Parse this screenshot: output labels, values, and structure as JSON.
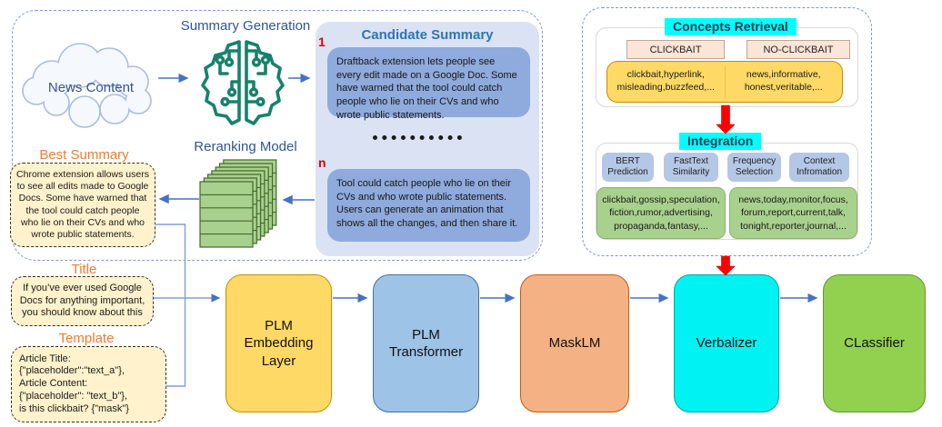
{
  "colors": {
    "arrow_blue": "#4472C4",
    "connector_blue": "#7F9FD6",
    "red_arrow": "#FF0000",
    "cyan_header": "#00FFFF",
    "label_navy": "#2F5496",
    "label_orange": "#ED7D31",
    "candidate_title_blue": "#2E75B6",
    "index_red": "#E00000"
  },
  "generation_panel": {
    "news_cloud_label": "News Content",
    "summary_generation_label": "Summary Generation",
    "reranking_model_label": "Reranking Model",
    "candidate_summary": {
      "title": "Candidate Summary",
      "first_index": "1",
      "last_index": "n",
      "first_text": "Draftback extension lets people see every edit made on a Google Doc. Some have warned that the tool could catch people who lie on their CVs and who wrote public statements.",
      "last_text": "Tool could catch people who lie on their CVs and who wrote public statements. Users can generate an animation that shows all the changes, and then share it."
    },
    "best_summary": {
      "label": "Best Summary",
      "text": "Chrome extension allows users to see all edits made to Google Docs. Some have warned that the tool could catch people who lie on their CVs and who wrote public statements."
    }
  },
  "prompt_inputs": {
    "title": {
      "label": "Title",
      "text": "If you’ve ever used Google Docs for anything important, you should know about this"
    },
    "template": {
      "label": "Template",
      "text": "Article Title:\n{\"placeholder\":\"text_a\"},\nArticle Content:\n{\"placeholder\": \"text_b\"},\nis this clickbait? {\"mask\"}"
    }
  },
  "concepts_panel": {
    "retrieval": {
      "header": "Concepts Retrieval",
      "clickbait_tag": "CLICKBAIT",
      "no_clickbait_tag": "NO-CLICKBAIT",
      "clickbait_words": "clickbait,hyperlink,\nmisleading,buzzfeed,...",
      "no_clickbait_words": "news,informative,\nhonest,veritable,..."
    },
    "integration": {
      "header": "Integration",
      "methods": [
        {
          "label": "BERT\nPrediction"
        },
        {
          "label": "FastText\nSimilarity"
        },
        {
          "label": "Frequency\nSelection"
        },
        {
          "label": "Context\nInfromation"
        }
      ],
      "clickbait_words": "clickbait,gossip,speculation,\nfiction,rumor,advertising,\npropaganda,fantasy,...",
      "no_clickbait_words": "news,today,monitor,focus,\nforum,report,current,talk,\ntonight,reporter,journal,..."
    }
  },
  "pipeline": [
    {
      "label": "PLM\nEmbedding\nLayer",
      "bg": "#FFD966",
      "border": "#BF9000"
    },
    {
      "label": "PLM\nTransformer",
      "bg": "#9DC3E6",
      "border": "#41719C"
    },
    {
      "label": "MaskLM",
      "bg": "#F4B183",
      "border": "#C55A11"
    },
    {
      "label": "Verbalizer",
      "bg": "#00F2F2",
      "border": "#00A3A3"
    },
    {
      "label": "CLassifier",
      "bg": "#92D050",
      "border": "#5E9732"
    }
  ]
}
